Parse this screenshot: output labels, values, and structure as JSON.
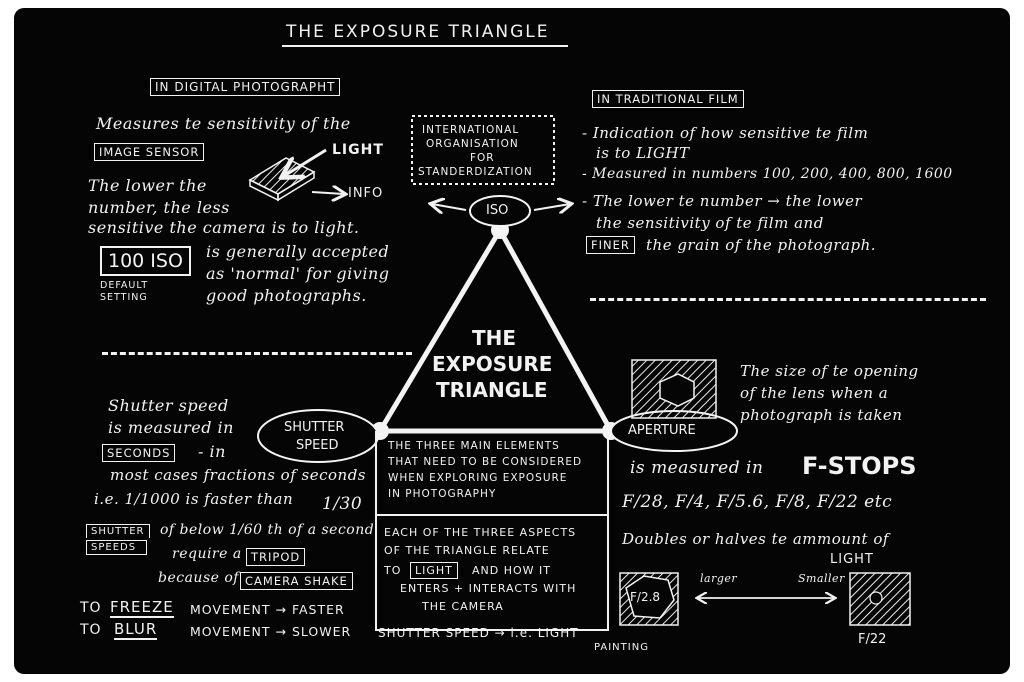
{
  "title": "THE EXPOSURE TRIANGLE",
  "center": {
    "line1": "THE",
    "line2": "EXPOSURE",
    "line3": "TRIANGLE"
  },
  "nodes": {
    "iso": "ISO",
    "shutter_line1": "SHUTTER",
    "shutter_line2": "SPEED",
    "aperture": "APERTURE"
  },
  "iso_org": {
    "line1": "INTERNATIONAL",
    "line2": "ORGANISATION",
    "line3": "FOR",
    "line4": "STANDERDIZATION"
  },
  "digital": {
    "heading": "IN DIGITAL PHOTOGRAPHT",
    "measures": "Measures te sensitivity of the",
    "image_sensor": "IMAGE SENSOR",
    "light": "LIGHT",
    "info": "INFO",
    "lower_1": "The lower the",
    "lower_2": "number, the less",
    "lower_3": "sensitive the camera is to light.",
    "default_iso": "100 ISO",
    "accepted_1": "is generally accepted",
    "accepted_2": "as 'normal' for giving",
    "accepted_3": "good photographs.",
    "default_1": "DEFAULT",
    "default_2": "SETTING"
  },
  "film": {
    "heading": "IN TRADITIONAL FILM",
    "b1_1": "- Indication of how sensitive te film",
    "b1_2": "is to LIGHT",
    "b2": "- Measured in numbers 100, 200, 400, 800, 1600",
    "b3_1": "- The lower te number → the lower",
    "b3_2": "the sensitivity of te film and",
    "finer": "FINER",
    "b3_3": "the grain of the photograph."
  },
  "shutter": {
    "s1": "Shutter speed",
    "s2": "is measured in",
    "seconds": "SECONDS",
    "s3": "- in",
    "s4": "most cases fractions of seconds",
    "s5": "i.e. 1/1000 is faster than",
    "s5b": "1/30",
    "box_1": "SHUTTER",
    "box_2": "SPEEDS",
    "below_1": "of below 1/60 th of a second",
    "below_2": "require a",
    "tripod": "TRIPOD",
    "because": "because of",
    "shake": "CAMERA SHAKE",
    "to1": "TO",
    "freeze": "FREEZE",
    "movement_fast": "MOVEMENT → FASTER",
    "to2": "TO",
    "blur": "BLUR",
    "movement_slow": "MOVEMENT → SLOWER",
    "shutter_speed_end": "SHUTTER SPEED → i.e. LIGHT",
    "painting": "PAINTING"
  },
  "middle": {
    "m1": "THE THREE MAIN ELEMENTS",
    "m2": "THAT NEED TO BE CONSIDERED",
    "m3": "WHEN EXPLORING EXPOSURE",
    "m4": "IN PHOTOGRAPHY",
    "n1": "EACH OF THE THREE ASPECTS",
    "n2": "OF THE TRIANGLE RELATE",
    "n3a": "TO",
    "light": "LIGHT",
    "n3b": "AND HOW IT",
    "n4": "ENTERS + INTERACTS WITH",
    "n5": "THE CAMERA"
  },
  "aperture": {
    "a1": "The size of te opening",
    "a2": "of the lens when a",
    "a3": "photograph is taken",
    "measured": "is measured in",
    "fstops": "F-STOPS",
    "values": "F/28, F/4, F/5.6, F/8, F/22 etc",
    "doubles": "Doubles or halves te ammount of",
    "light": "LIGHT",
    "larger": "larger",
    "smaller": "Smaller",
    "f28": "F/2.8",
    "f22": "F/22"
  }
}
